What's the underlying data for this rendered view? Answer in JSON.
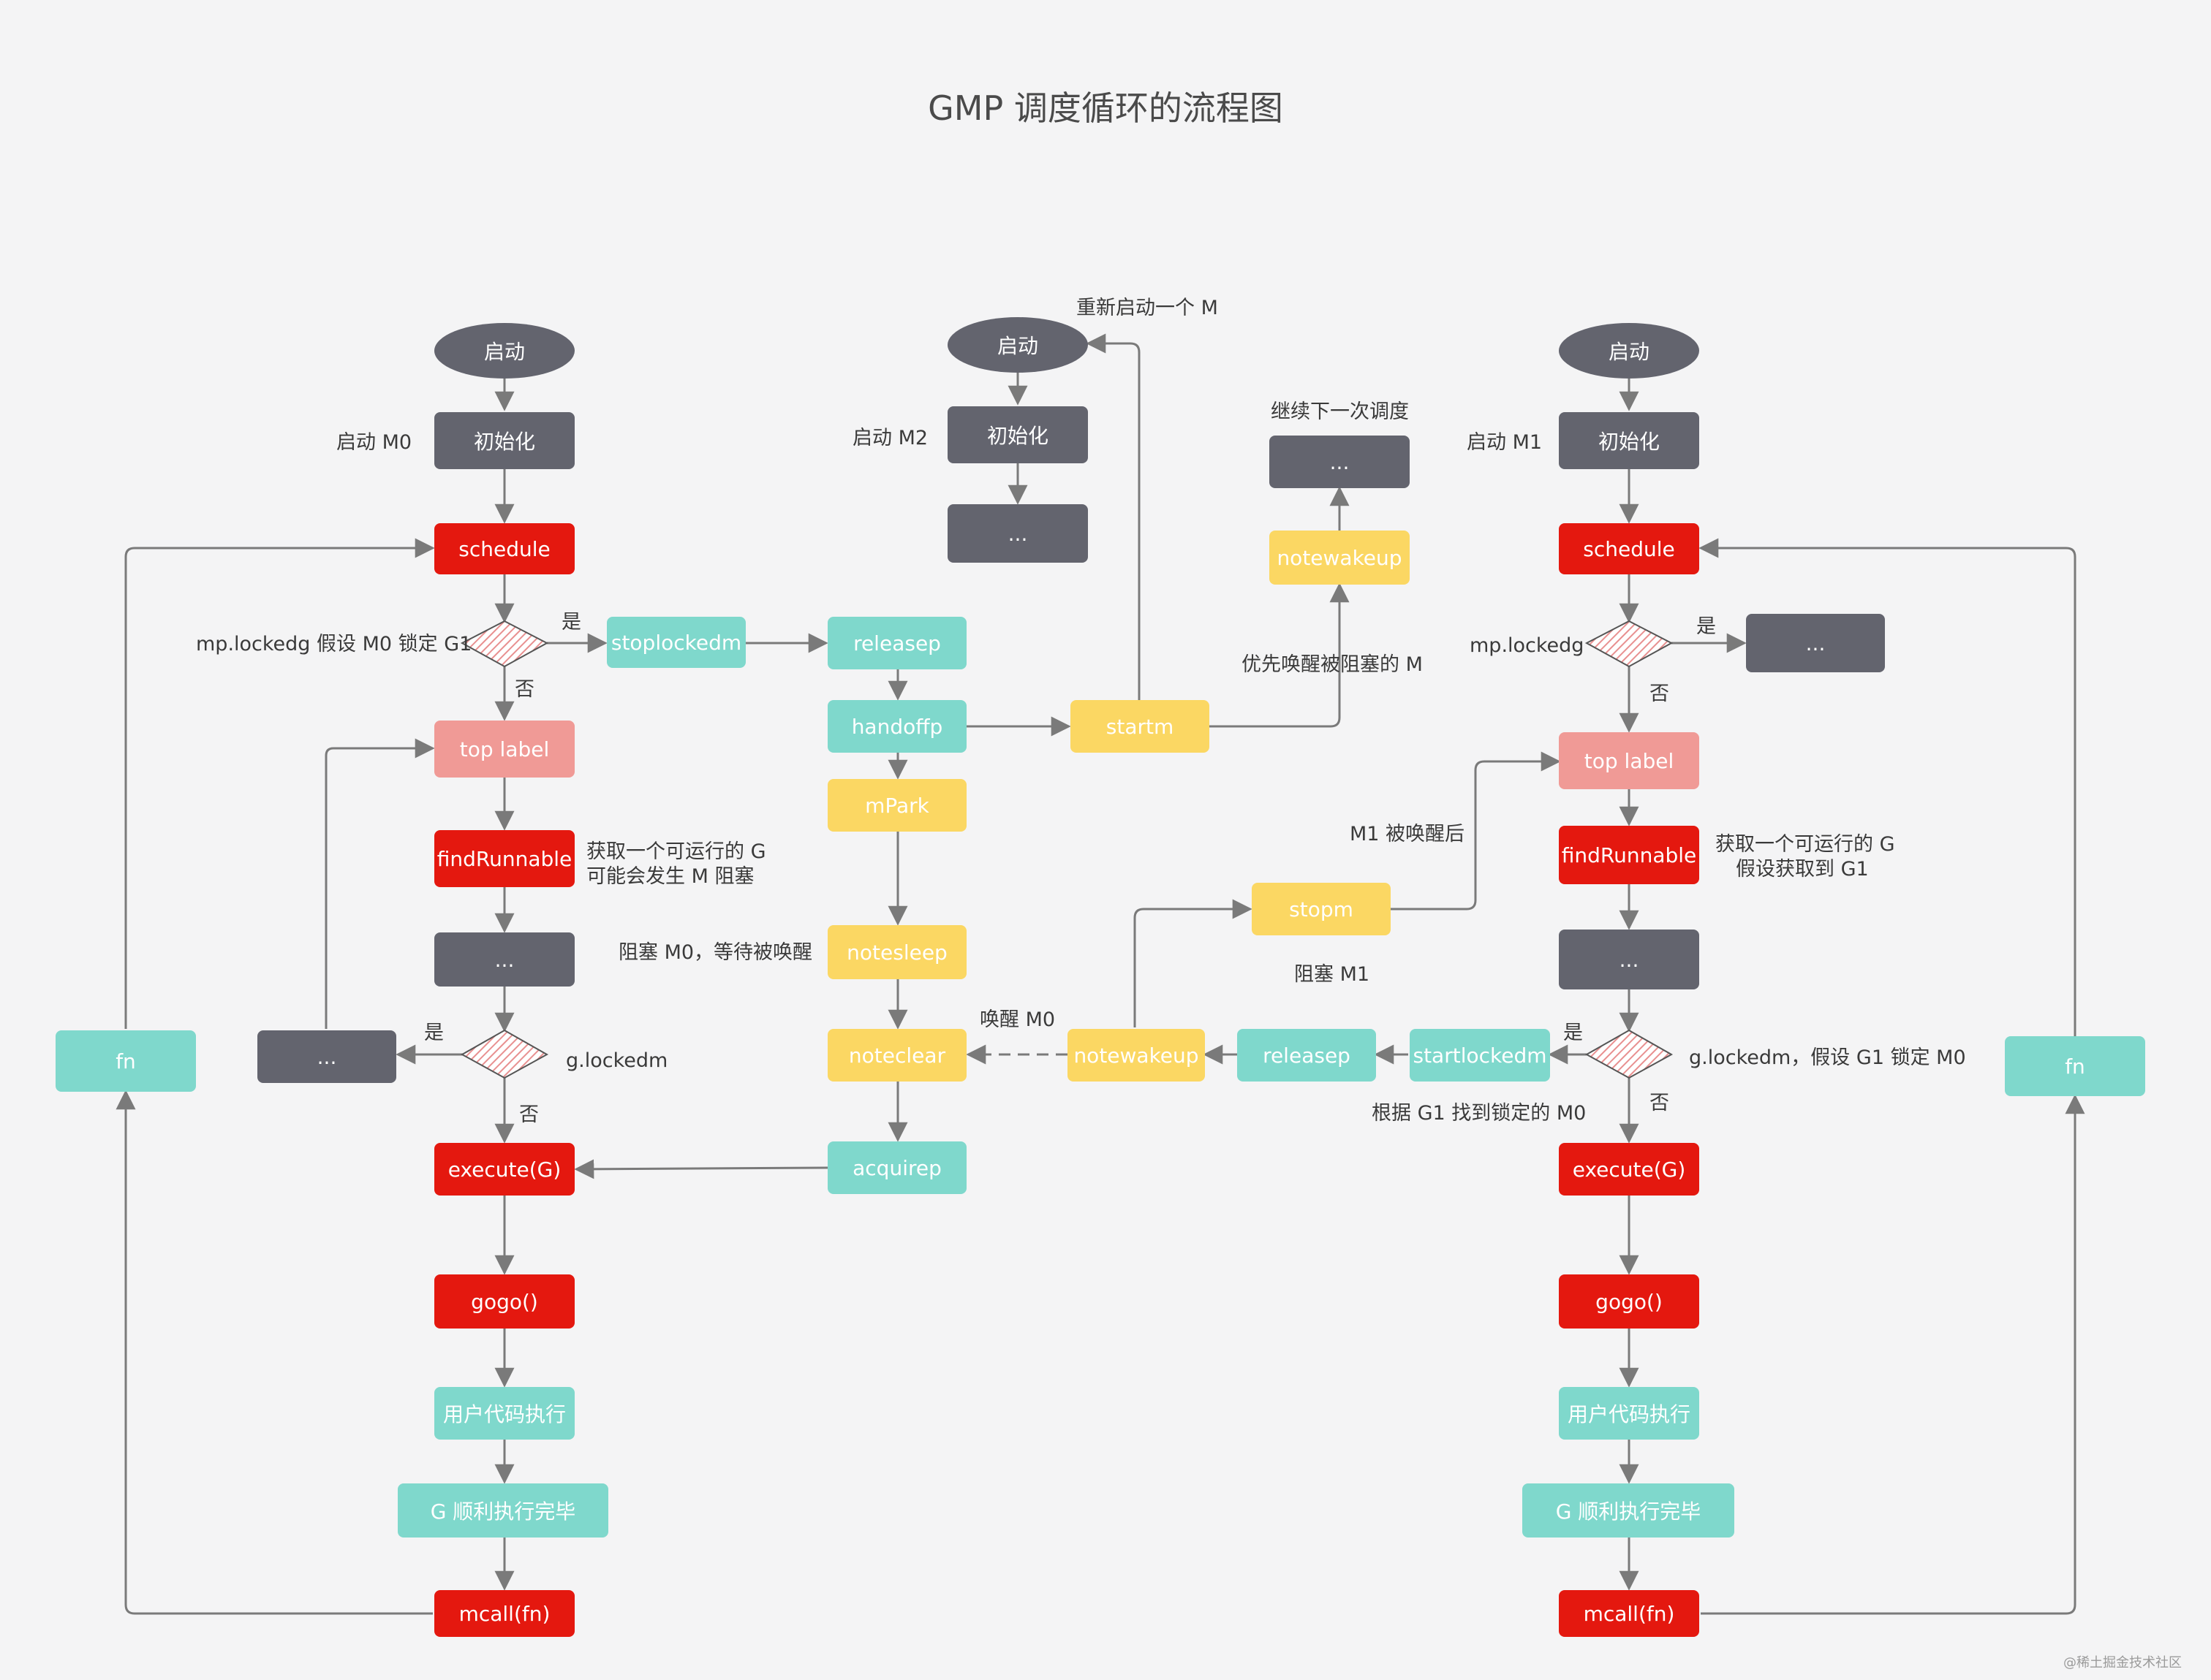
{
  "title": "GMP 调度循环的流程图",
  "watermark": "@稀土掘金技术社区",
  "colors": {
    "gray": "#63646e",
    "red": "#e4180f",
    "teal": "#7fd8cc",
    "yellow": "#fbd763",
    "pink": "#f09a96",
    "line": "#7a7a7a"
  },
  "nodes": {
    "start_m0": "启动",
    "init_m0": "初始化",
    "schedule_m0": "schedule",
    "stoplockedm": "stoplockedm",
    "toplabel_m0": "top label",
    "findrunnable_m0": "findRunnable",
    "dots_m0": "...",
    "dots_m0_left": "...",
    "execute_m0": "execute(G)",
    "gogo_m0": "gogo()",
    "usercode_m0": "用户代码执行",
    "gdone_m0": "G 顺利执行完毕",
    "mcall_m0": "mcall(fn)",
    "fn_left": "fn",
    "start_m2": "启动",
    "init_m2": "初始化",
    "dots_m2": "...",
    "releasep_mid": "releasep",
    "handoffp": "handoffp",
    "mpark": "mPark",
    "notesleep": "notesleep",
    "noteclear": "noteclear",
    "acquirep": "acquirep",
    "startm": "startm",
    "notewakeup_top": "notewakeup",
    "dots_next": "...",
    "stopm": "stopm",
    "notewakeup_mid": "notewakeup",
    "releasep_right": "releasep",
    "startlockedm": "startlockedm",
    "start_m1": "启动",
    "init_m1": "初始化",
    "schedule_m1": "schedule",
    "dots_m1_right": "...",
    "toplabel_m1": "top label",
    "findrunnable_m1": "findRunnable",
    "dots_m1": "...",
    "execute_m1": "execute(G)",
    "gogo_m1": "gogo()",
    "usercode_m1": "用户代码执行",
    "gdone_m1": "G 顺利执行完毕",
    "mcall_m1": "mcall(fn)",
    "fn_right": "fn"
  },
  "labels": {
    "start_m0": "启动 M0",
    "lockedg_m0": "mp.lockedg 假设 M0 锁定 G1",
    "yes_1": "是",
    "no_1": "否",
    "find_m0_line1": "获取一个可运行的 G",
    "find_m0_line2": "可能会发生 M 阻塞",
    "yes_2": "是",
    "glockedm_m0": "g.lockedm",
    "no_2": "否",
    "start_m2": "启动 M2",
    "restart_m": "重新启动一个 M",
    "continue_next": "继续下一次调度",
    "wake_blocked": "优先唤醒被阻塞的 M",
    "block_m0": "阻塞 M0，等待被唤醒",
    "wake_m0": "唤醒 M0",
    "m1_woken": "M1 被唤醒后",
    "block_m1": "阻塞 M1",
    "start_m1": "启动 M1",
    "lockedg_m1": "mp.lockedg",
    "yes_3": "是",
    "no_3": "否",
    "find_m1_line1": "获取一个可运行的 G",
    "find_m1_line2": "假设获取到 G1",
    "yes_4": "是",
    "glockedm_m1": "g.lockedm，假设 G1 锁定 M0",
    "no_4": "否",
    "find_locked": "根据 G1 找到锁定的 M0"
  }
}
